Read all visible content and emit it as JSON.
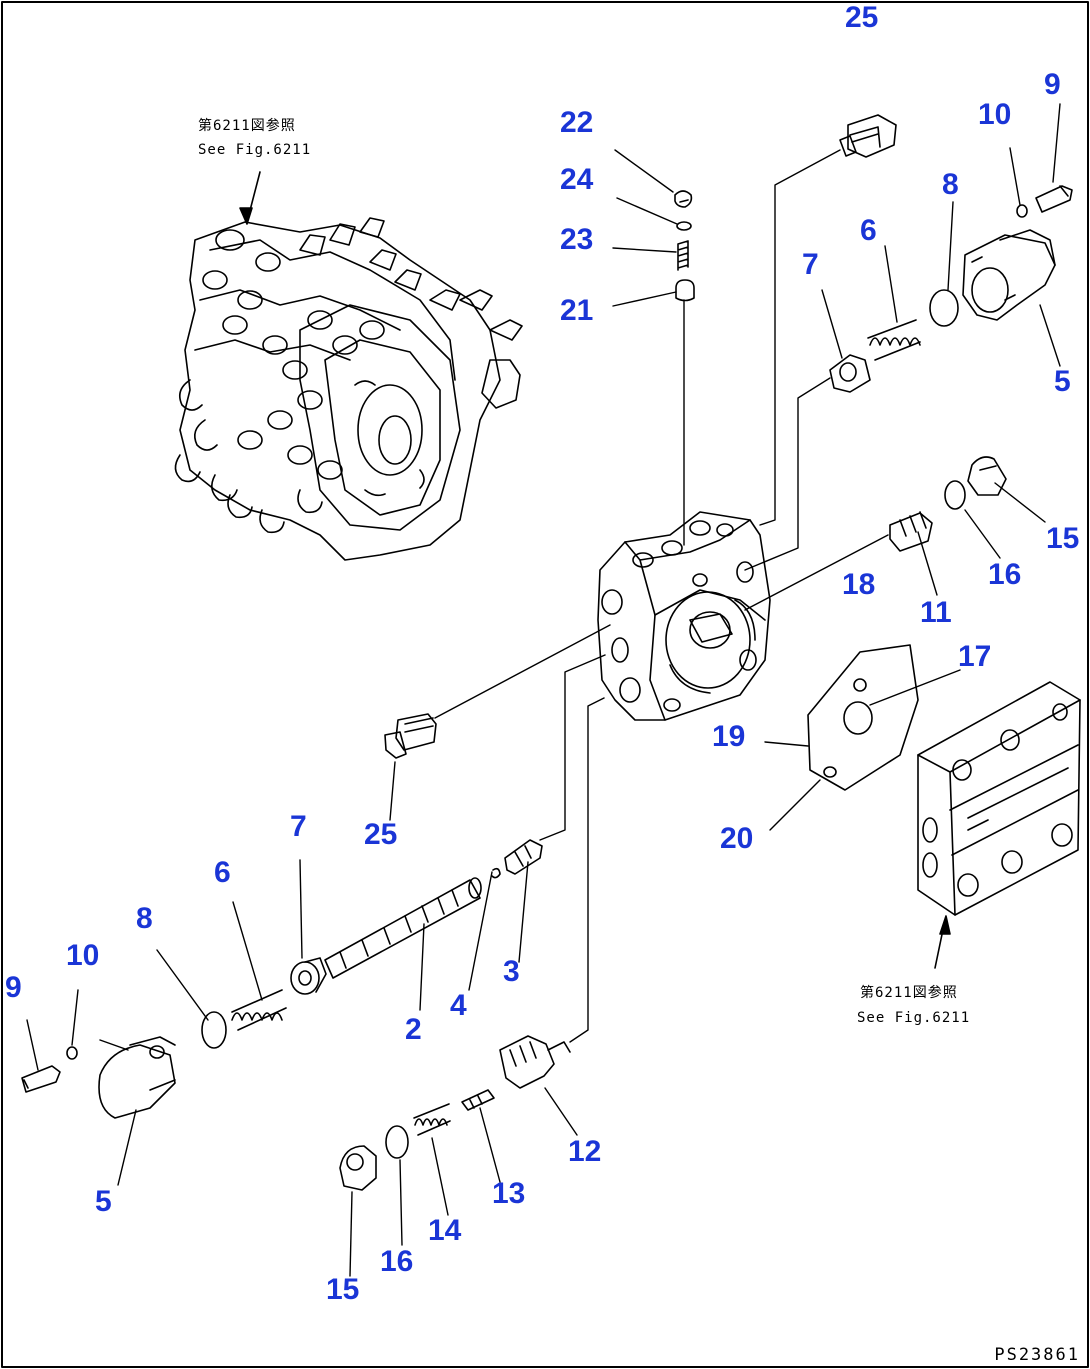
{
  "diagram": {
    "document_id": "PS23861",
    "reference_notes": {
      "top_left_jp": "第6211図参照",
      "top_left_en": "See Fig.6211",
      "bottom_right_jp": "第6211図参照",
      "bottom_right_en": "See Fig.6211"
    },
    "callouts": [
      {
        "id": "c25a",
        "label": "25"
      },
      {
        "id": "c22",
        "label": "22"
      },
      {
        "id": "c24",
        "label": "24"
      },
      {
        "id": "c23",
        "label": "23"
      },
      {
        "id": "c21",
        "label": "21"
      },
      {
        "id": "c10a",
        "label": "10"
      },
      {
        "id": "c9a",
        "label": "9"
      },
      {
        "id": "c8a",
        "label": "8"
      },
      {
        "id": "c6a",
        "label": "6"
      },
      {
        "id": "c7a",
        "label": "7"
      },
      {
        "id": "c5a",
        "label": "5"
      },
      {
        "id": "c15a",
        "label": "15"
      },
      {
        "id": "c16a",
        "label": "16"
      },
      {
        "id": "c18",
        "label": "18"
      },
      {
        "id": "c11",
        "label": "11"
      },
      {
        "id": "c17",
        "label": "17"
      },
      {
        "id": "c19",
        "label": "19"
      },
      {
        "id": "c20",
        "label": "20"
      },
      {
        "id": "c25b",
        "label": "25"
      },
      {
        "id": "c7b",
        "label": "7"
      },
      {
        "id": "c6b",
        "label": "6"
      },
      {
        "id": "c8b",
        "label": "8"
      },
      {
        "id": "c10b",
        "label": "10"
      },
      {
        "id": "c9b",
        "label": "9"
      },
      {
        "id": "c3",
        "label": "3"
      },
      {
        "id": "c4",
        "label": "4"
      },
      {
        "id": "c2",
        "label": "2"
      },
      {
        "id": "c5b",
        "label": "5"
      },
      {
        "id": "c12",
        "label": "12"
      },
      {
        "id": "c13",
        "label": "13"
      },
      {
        "id": "c14",
        "label": "14"
      },
      {
        "id": "c16b",
        "label": "16"
      },
      {
        "id": "c15b",
        "label": "15"
      }
    ],
    "colors": {
      "callout": "#1a35d6",
      "line": "#000000",
      "background": "#ffffff"
    }
  }
}
